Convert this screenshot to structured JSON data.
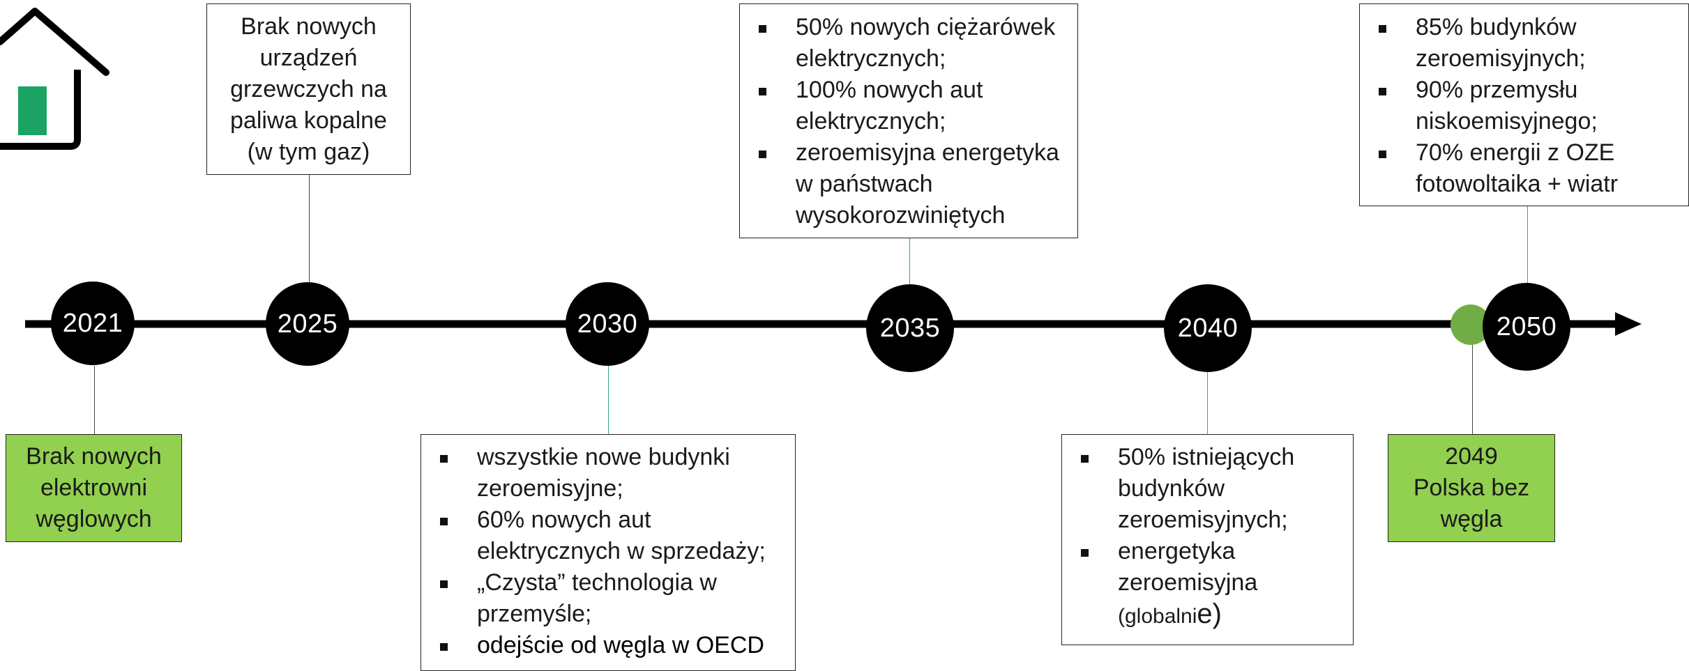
{
  "colors": {
    "axis": "#000000",
    "box_green": "#92d050",
    "marker_green": "#70ad47",
    "teal_connector": "#2ba88a",
    "house_door": "#1ba363"
  },
  "icons": {
    "house": "house-icon",
    "arrow": "arrow-right-icon"
  },
  "years": [
    "2021",
    "2025",
    "2030",
    "2035",
    "2040",
    "2050"
  ],
  "box_2025_top": [
    "Brak nowych",
    "urządzeń",
    "grzewczych na",
    "paliwa kopalne",
    "(w tym gaz)"
  ],
  "box_2021_bottom": [
    "Brak nowych",
    "elektrowni",
    "węglowych"
  ],
  "box_2035_top": [
    [
      "50% nowych ciężarówek",
      "elektrycznych;"
    ],
    [
      "100% nowych aut",
      "elektrycznych;"
    ],
    [
      "zeroemisyjna energetyka",
      "w państwach",
      "wysokorozwiniętych"
    ]
  ],
  "box_2050_top": [
    [
      "85% budynków",
      "zeroemisyjnych;"
    ],
    [
      "90% przemysłu",
      "niskoemisyjnego;"
    ],
    [
      "70% energii z OZE",
      "fotowoltaika + wiatr"
    ]
  ],
  "box_2030_bottom": [
    [
      "wszystkie nowe budynki",
      "zeroemisyjne;"
    ],
    [
      "60% nowych aut",
      "elektrycznych w sprzedaży;"
    ],
    [
      "„Czysta” technologia w",
      "przemyśle;"
    ],
    [
      "odejście od węgla w OECD"
    ]
  ],
  "box_2040_bottom": {
    "item1": [
      "50% istniejących",
      "budynków",
      "zeroemisyjnych;"
    ],
    "item2": [
      "energetyka",
      "zeroemisyjna"
    ],
    "item2_last_prefix": "(globalni",
    "item2_last_suffix": "e)"
  },
  "box_2049_bottom": [
    "2049",
    "Polska bez",
    "węgla"
  ]
}
